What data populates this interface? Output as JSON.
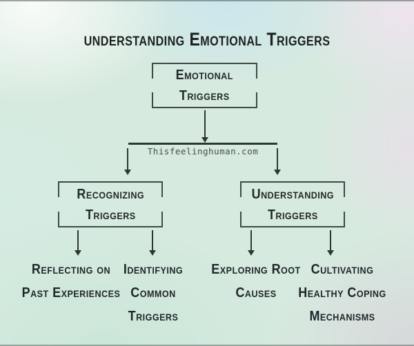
{
  "header": {
    "title": "understanding Emotional Triggers"
  },
  "watermark": {
    "label": "Thisfeelinghuman.com"
  },
  "flowchart": {
    "root": {
      "label": "Emotional\nTriggers"
    },
    "branches": [
      {
        "id": "recognizing",
        "label": "Recognizing\nTriggers"
      },
      {
        "id": "understanding",
        "label": "Understanding\nTriggers"
      }
    ],
    "leaves": [
      {
        "id": "reflecting",
        "label": "Reflecting on\nPast Experiences"
      },
      {
        "id": "identifying",
        "label": "Identifying\nCommon\nTriggers"
      },
      {
        "id": "exploring",
        "label": "Exploring Root\nCauses"
      },
      {
        "id": "cultivating",
        "label": "Cultivating\nHealthy Coping\nMechanisms"
      }
    ]
  },
  "colors": {
    "ink": "#222a27",
    "connector": "#2c3834",
    "box_border": "#3d4a45",
    "bg_mint": "#d7eadf",
    "bg_cyan": "#cae6ef",
    "bg_pink": "#f0e2f0",
    "bg_gray": "#d7d7db"
  }
}
